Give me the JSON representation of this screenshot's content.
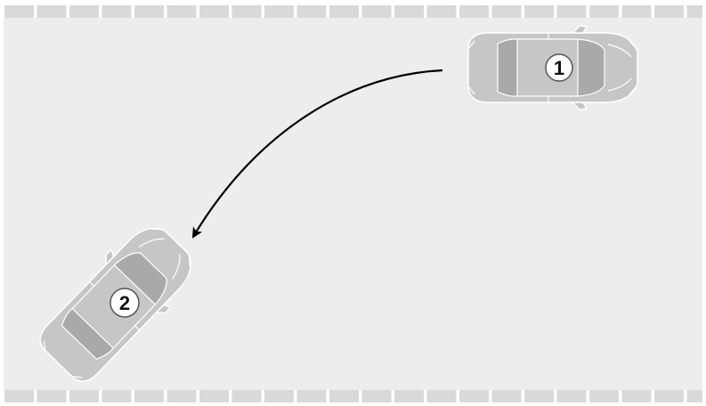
{
  "diagram": {
    "colors": {
      "lot": "#ededed",
      "curb": "#d9d9d9",
      "border": "#ffffff",
      "car_body": "#c6c6c6",
      "car_outline": "#ffffff",
      "car_glass": "#a9a9a9",
      "arrow": "#000000",
      "badge_fill": "#ffffff",
      "badge_stroke": "#555555",
      "badge_text": "#111111"
    },
    "cars": [
      {
        "label": "1",
        "icon": "car-top-view-icon"
      },
      {
        "label": "2",
        "icon": "car-top-view-icon"
      }
    ],
    "path": {
      "icon": "curved-arrow-icon",
      "from_car": "1",
      "to_car": "2"
    }
  }
}
